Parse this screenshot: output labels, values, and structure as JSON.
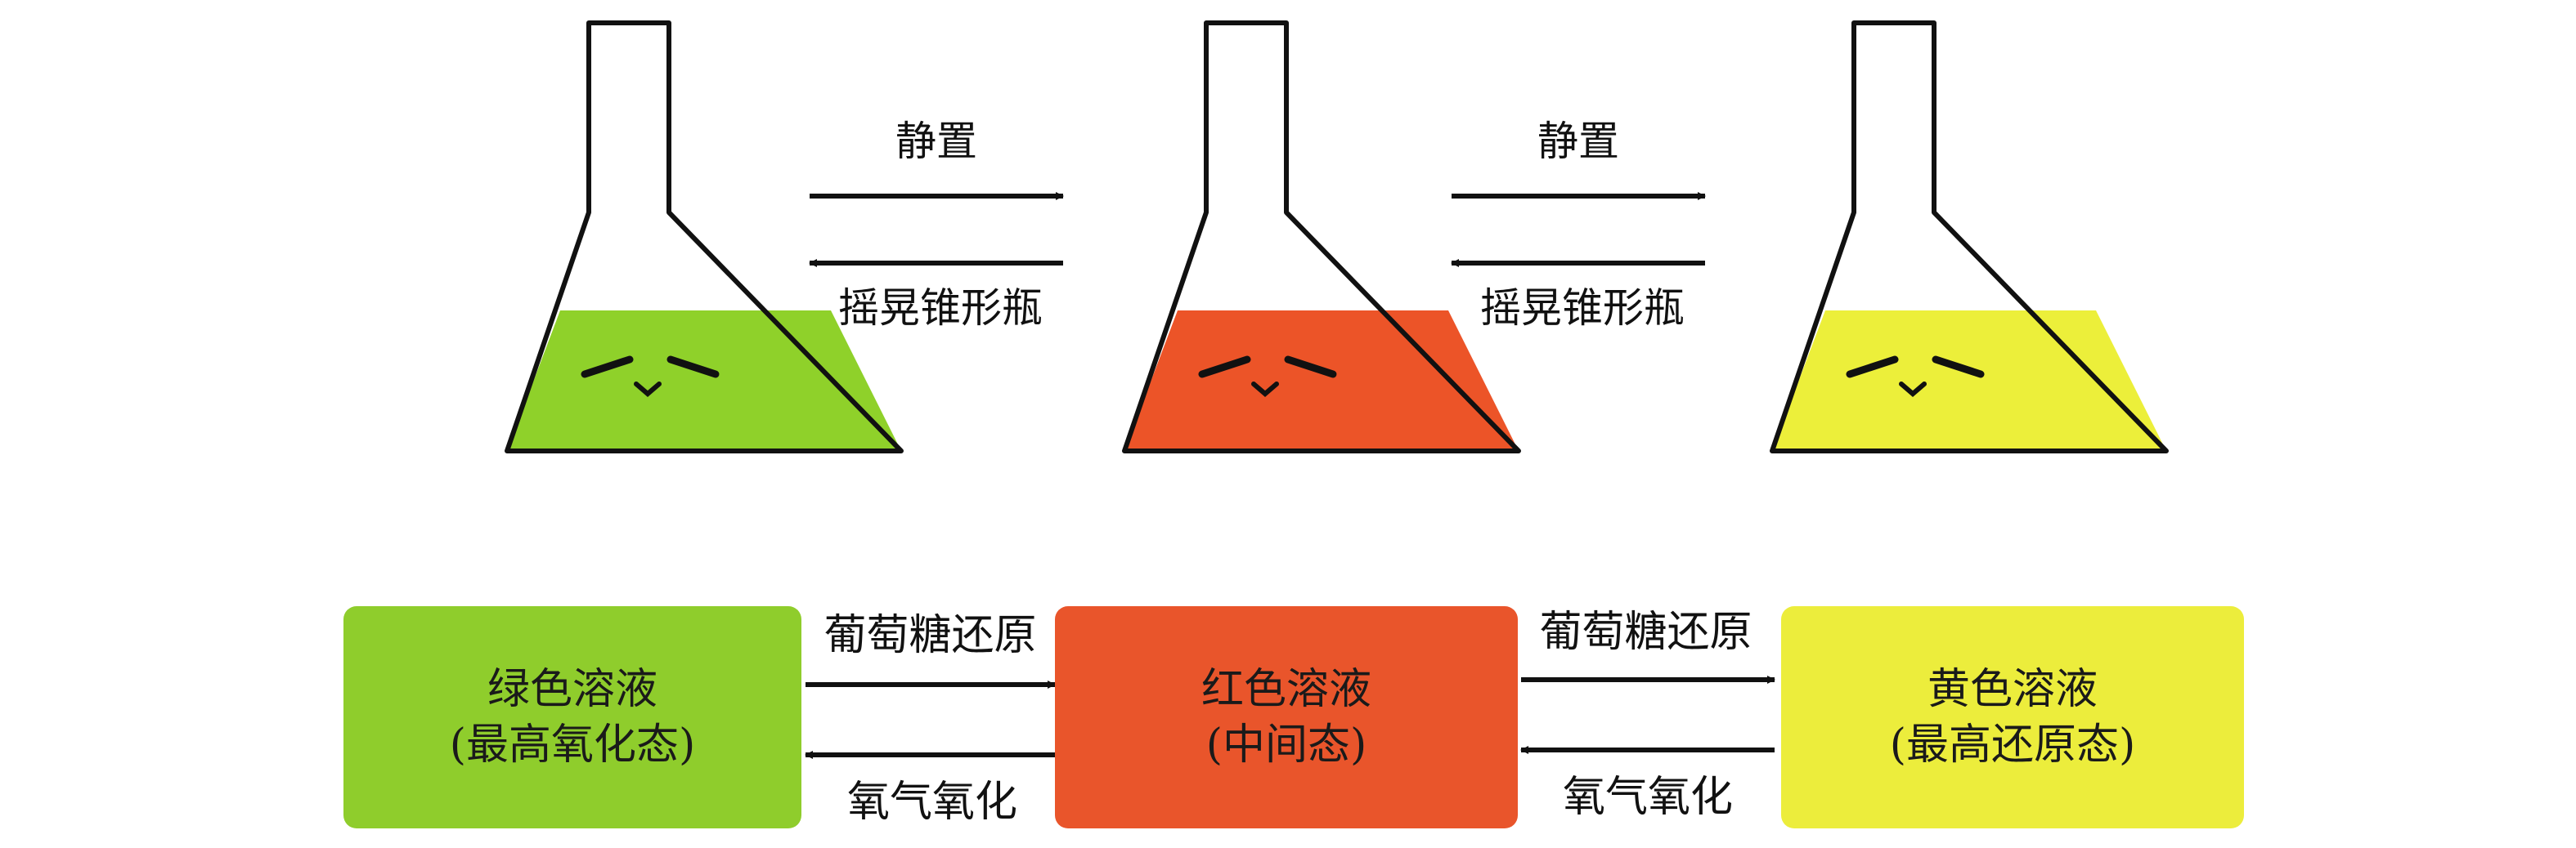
{
  "flasks": [
    {
      "id": "green",
      "fill_color": "#8fd12a"
    },
    {
      "id": "red",
      "fill_color": "#ec5428"
    },
    {
      "id": "yellow",
      "fill_color": "#ecef3a"
    }
  ],
  "top_arrows": [
    {
      "forward_label": "静置",
      "backward_label": "摇晃锥形瓶"
    },
    {
      "forward_label": "静置",
      "backward_label": "摇晃锥形瓶"
    }
  ],
  "boxes": [
    {
      "title": "绿色溶液",
      "subtitle": "(最高氧化态)",
      "color": "#8fcd2c"
    },
    {
      "title": "红色溶液",
      "subtitle": "(中间态)",
      "color": "#e9552b"
    },
    {
      "title": "黄色溶液",
      "subtitle": "(最高还原态)",
      "color": "#eced3c"
    }
  ],
  "bottom_arrows": [
    {
      "forward_label": "葡萄糖还原",
      "backward_label": "氧气氧化"
    },
    {
      "forward_label": "葡萄糖还原",
      "backward_label": "氧气氧化"
    }
  ]
}
